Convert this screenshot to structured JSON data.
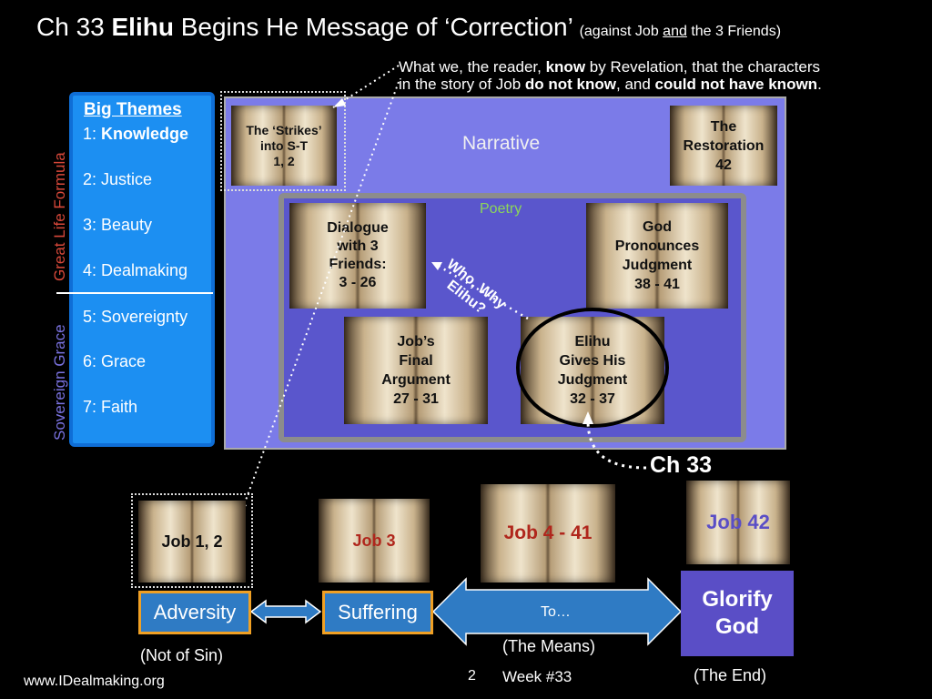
{
  "title": {
    "prefix": "Ch 33 ",
    "bold": "Elihu",
    "main": " Begins He Message of ‘Correction’ ",
    "sub_a": "(against Job ",
    "sub_and": "and",
    "sub_b": " the 3 Friends)"
  },
  "note": {
    "line1_a": "What we, the reader, ",
    "line1_bold": "know",
    "line1_b": " by Revelation, that the characters",
    "line2_a": "in the story of Job ",
    "line2_bold1": "do not know",
    "line2_b": ", and ",
    "line2_bold2": "could not have known",
    "line2_c": "."
  },
  "themes": {
    "heading": "Big Themes",
    "items": [
      {
        "num": "1: ",
        "label": "Knowledge",
        "bold": true
      },
      {
        "num": "2: ",
        "label": "Justice",
        "bold": false
      },
      {
        "num": "3: ",
        "label": "Beauty",
        "bold": false
      },
      {
        "num": "4: ",
        "label": "Dealmaking",
        "bold": false
      },
      {
        "num": "5: ",
        "label": "Sovereignty",
        "bold": false
      },
      {
        "num": "6: ",
        "label": "Grace",
        "bold": false
      },
      {
        "num": "7: ",
        "label": "Faith",
        "bold": false
      }
    ],
    "group_top": "Great Life Formula",
    "group_bottom": "Sovereign Grace",
    "group_top_color": "#d8483a",
    "group_bottom_color": "#7a72e0"
  },
  "diagram": {
    "narrative_label": "Narrative",
    "poetry_label": "Poetry",
    "who_why": "Who, Why\nElihu?",
    "ch33": "Ch 33",
    "books": {
      "strikes": "The ‘Strikes’\ninto S-T\n1, 2",
      "restoration": "The\nRestoration\n42",
      "dialogue": "Dialogue\nwith 3\nFriends:\n3 - 26",
      "god": "God\nPronounces\nJudgment\n38 - 41",
      "final": "Job’s\nFinal\nArgument\n27 - 31",
      "elihu": "Elihu\nGives His\nJudgment\n32 - 37"
    }
  },
  "bottom": {
    "job12": "Job 1, 2",
    "job3": "Job 3",
    "job441": "Job 4 - 41",
    "job42": "Job 42",
    "adversity": "Adversity",
    "suffering": "Suffering",
    "to": "To…",
    "glorify": "Glorify\nGod",
    "not_of_sin": "(Not of Sin)",
    "the_means": "(The Means)",
    "the_end": "(The End)",
    "job_red": "#b0261c",
    "job42_color": "#5a4ec6"
  },
  "footer": {
    "website": "www.IDealmaking.org",
    "page": "2",
    "week": "Week #33"
  }
}
